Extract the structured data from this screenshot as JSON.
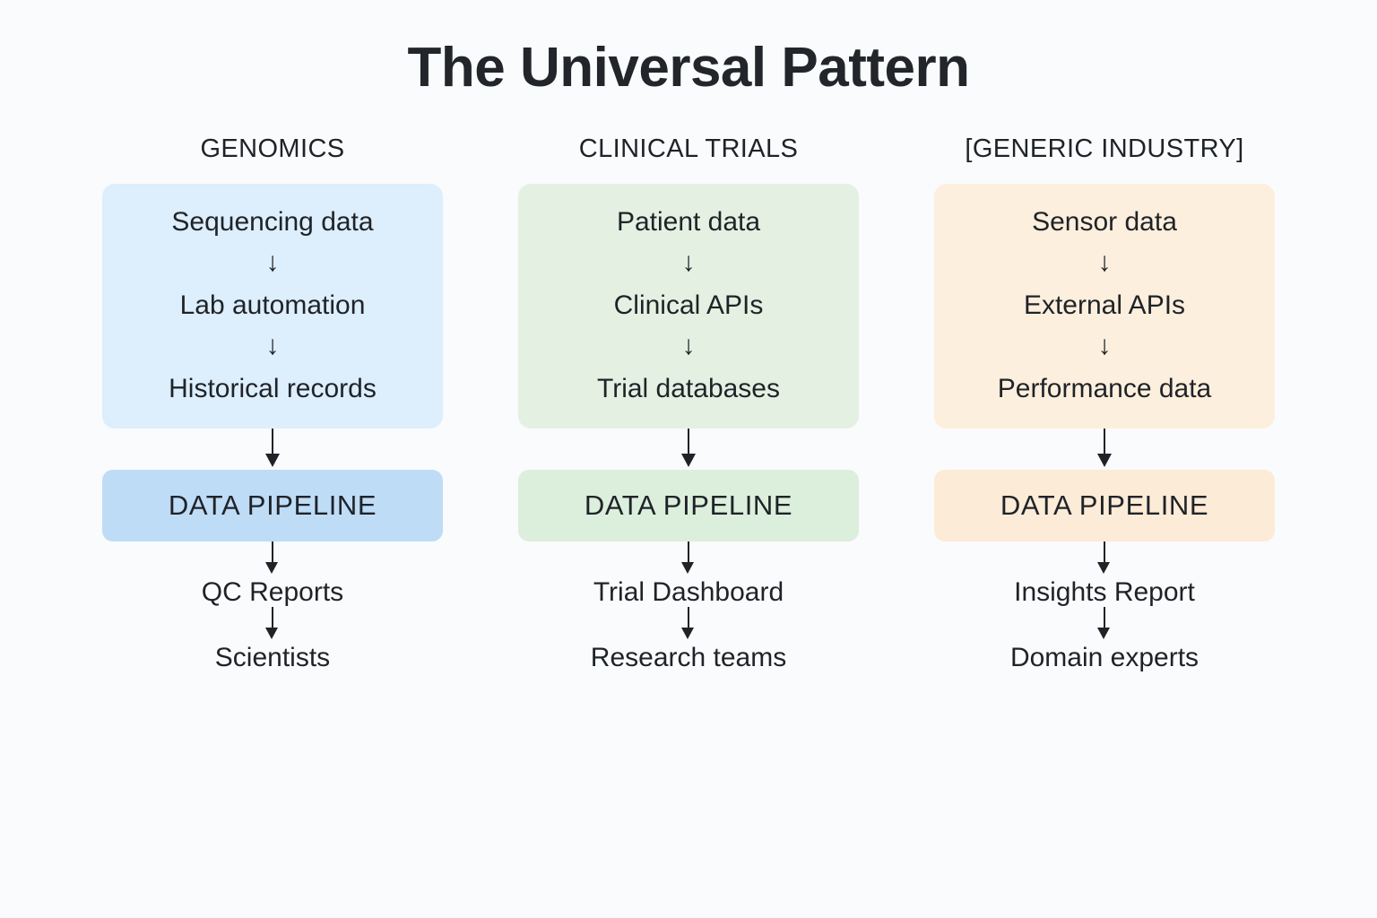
{
  "page": {
    "title": "The Universal Pattern",
    "background_color": "#fafbfc",
    "text_color": "#1f2328"
  },
  "arrow_glyph": "↓",
  "columns": [
    {
      "header": "GENOMICS",
      "accent": {
        "source_bg": "#ddeefc",
        "pipeline_bg": "#bfdcf7"
      },
      "sources": [
        "Sequencing data",
        "Lab automation",
        "Historical records"
      ],
      "pipeline_label": "DATA PIPELINE",
      "outputs": [
        "QC Reports",
        "Scientists"
      ]
    },
    {
      "header": "CLINICAL TRIALS",
      "accent": {
        "source_bg": "#e4f1e2",
        "pipeline_bg": "#dcefdc"
      },
      "sources": [
        "Patient data",
        "Clinical APIs",
        "Trial databases"
      ],
      "pipeline_label": "DATA PIPELINE",
      "outputs": [
        "Trial Dashboard",
        "Research teams"
      ]
    },
    {
      "header": "[GENERIC INDUSTRY]",
      "accent": {
        "source_bg": "#fdefdd",
        "pipeline_bg": "#fcebd7"
      },
      "sources": [
        "Sensor data",
        "External APIs",
        "Performance data"
      ],
      "pipeline_label": "DATA PIPELINE",
      "outputs": [
        "Insights Report",
        "Domain experts"
      ]
    }
  ]
}
